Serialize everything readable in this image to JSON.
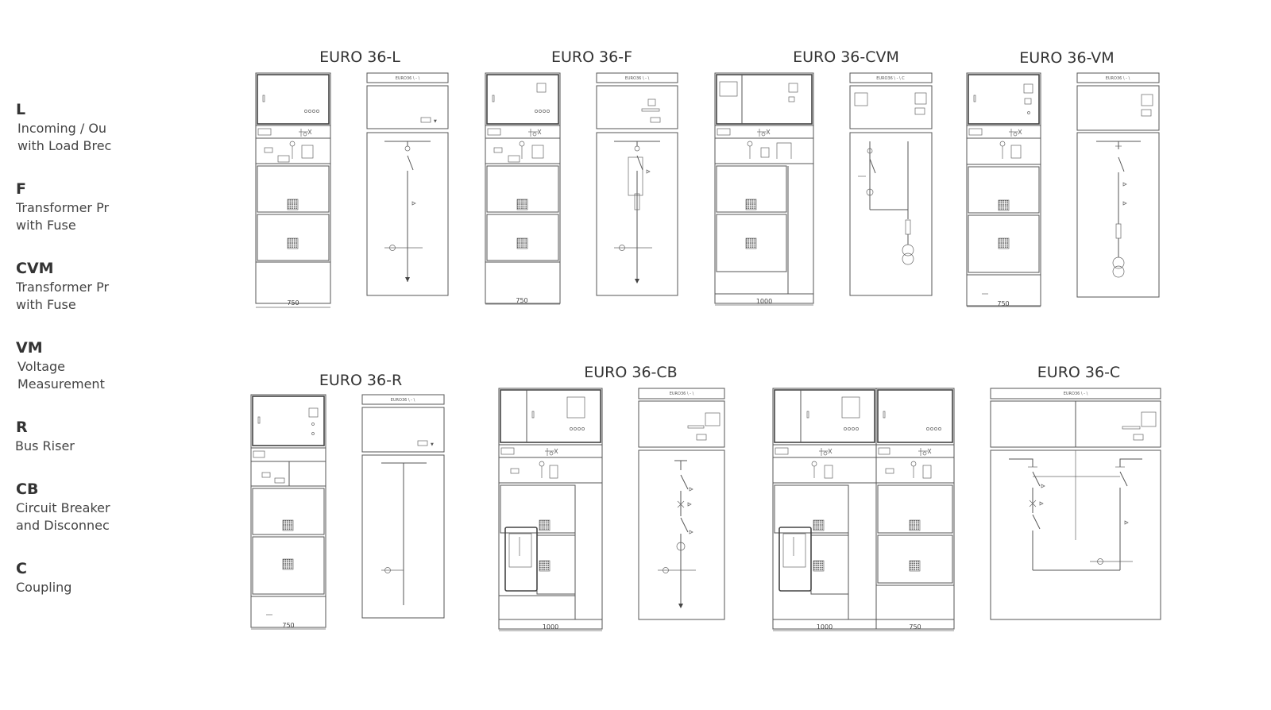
{
  "legend": [
    {
      "code": "L",
      "desc": [
        "Incoming / Ou",
        "with Load Brec"
      ]
    },
    {
      "code": "F",
      "desc": [
        "Transformer Pr",
        "with Fuse"
      ]
    },
    {
      "code": "CVM",
      "desc": [
        "Transformer Pr",
        "with Fuse"
      ]
    },
    {
      "code": "VM",
      "desc": [
        "Voltage",
        "Measurement"
      ]
    },
    {
      "code": "R",
      "desc": [
        "Bus Riser"
      ]
    },
    {
      "code": "CB",
      "desc": [
        "Circuit Breaker",
        "and Disconnec"
      ]
    },
    {
      "code": "C",
      "desc": [
        "Coupling"
      ]
    }
  ],
  "units": [
    {
      "title": "EURO 36-L",
      "width": "750",
      "panel_label": "EURO36 \\ - \\"
    },
    {
      "title": "EURO 36-F",
      "width": "750",
      "panel_label": "EURO36 \\ - \\"
    },
    {
      "title": "EURO 36-CVM",
      "width": "1000",
      "panel_label": "EURO36 \\ - \\ C"
    },
    {
      "title": "EURO 36-VM",
      "width": "750",
      "panel_label": "EURO36 \\ - \\"
    },
    {
      "title": "EURO 36-R",
      "width": "750",
      "panel_label": "EURO36 \\ - \\"
    },
    {
      "title": "EURO 36-CB",
      "width": "1000",
      "panel_label": "EURO36 \\ - \\"
    },
    {
      "title": "EURO 36-C",
      "widths": [
        "1000",
        "750"
      ],
      "panel_label": "EURO36 \\ - \\"
    }
  ],
  "colors": {
    "line": "#555555",
    "text": "#333333",
    "background": "#ffffff"
  }
}
